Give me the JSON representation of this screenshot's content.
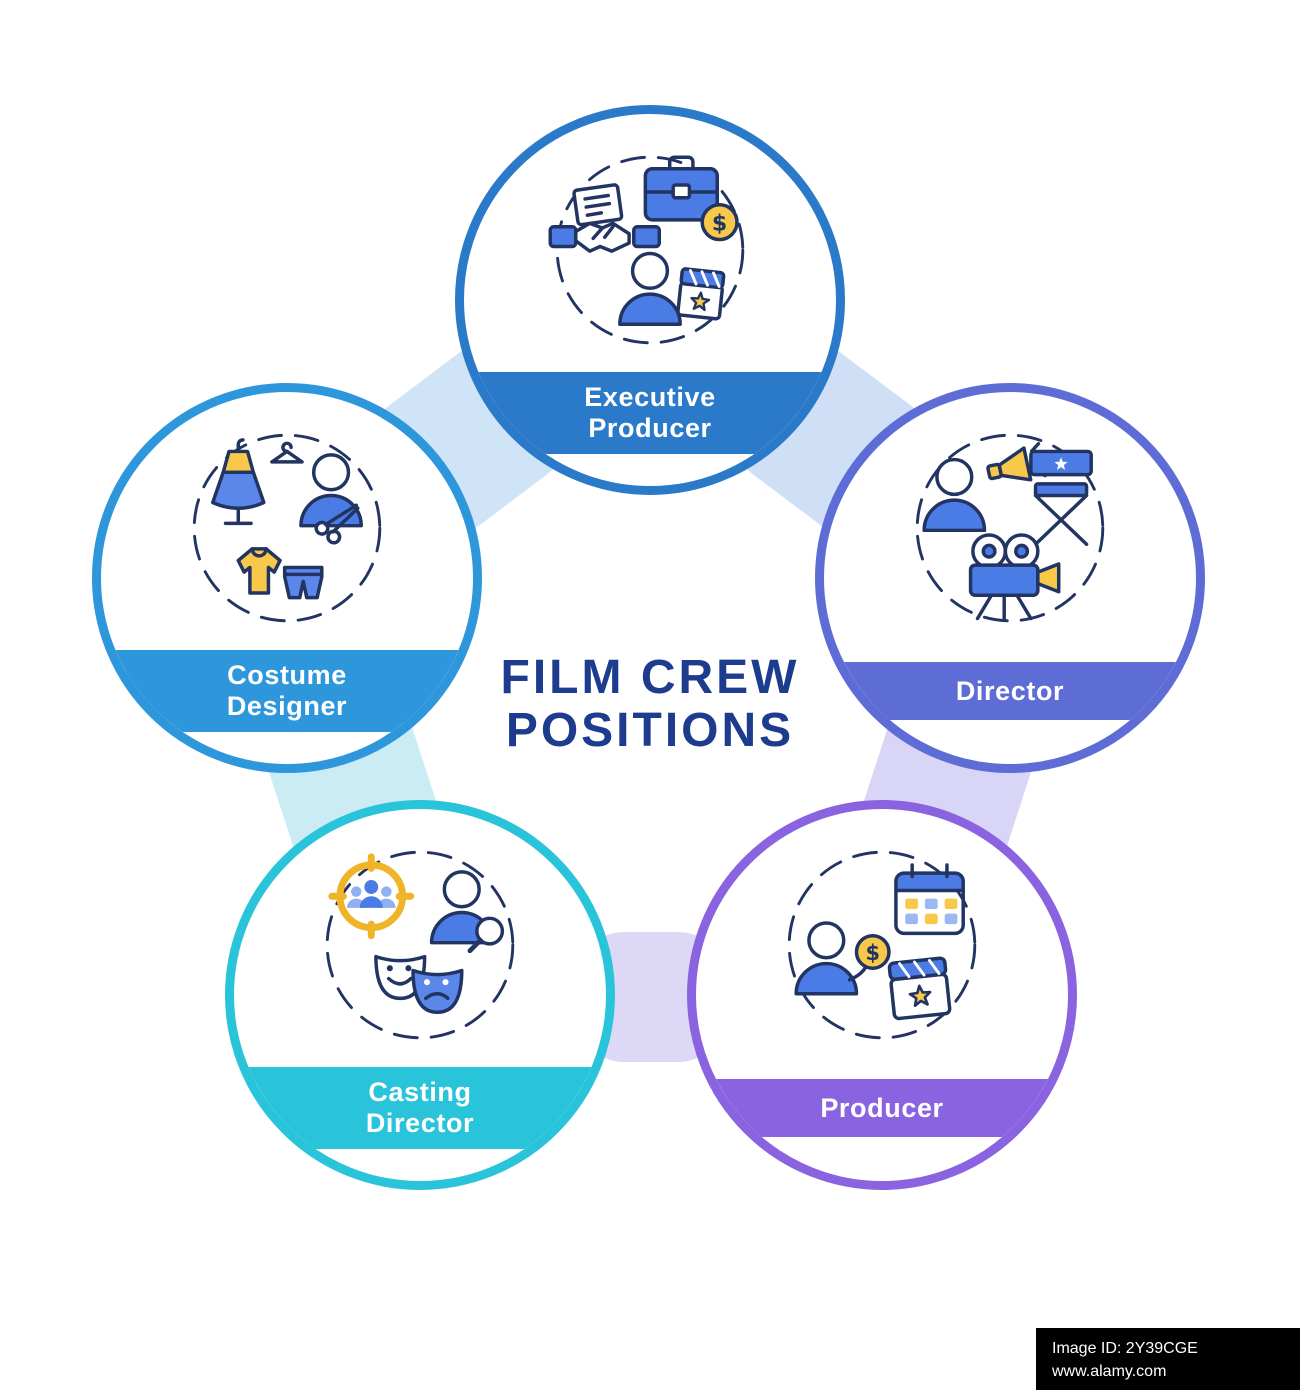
{
  "title": {
    "lines": [
      "FILM CREW",
      "POSITIONS"
    ],
    "color": "#1D3C8E"
  },
  "positions": [
    {
      "id": "executive-producer",
      "label_lines": [
        "Executive",
        "Producer"
      ],
      "color": "#2B7AC9",
      "icons": [
        "contract-document-icon",
        "handshake-icon",
        "briefcase-icon",
        "dollar-coin-icon",
        "person-icon",
        "clapperboard-icon"
      ]
    },
    {
      "id": "director",
      "label_lines": [
        "Director"
      ],
      "color": "#5E6CD6",
      "icons": [
        "person-icon",
        "megaphone-icon",
        "director-chair-icon",
        "film-camera-icon"
      ]
    },
    {
      "id": "costume-designer",
      "label_lines": [
        "Costume",
        "Designer"
      ],
      "color": "#2E97DC",
      "icons": [
        "mannequin-dress-icon",
        "hanger-icon",
        "tailor-icon",
        "scissors-icon",
        "shirt-icon",
        "shorts-icon"
      ]
    },
    {
      "id": "casting-director",
      "label_lines": [
        "Casting",
        "Director"
      ],
      "color": "#29C4DA",
      "icons": [
        "target-audience-icon",
        "talent-search-icon",
        "magnifier-icon",
        "theater-masks-icon"
      ]
    },
    {
      "id": "producer",
      "label_lines": [
        "Producer"
      ],
      "color": "#8A64E0",
      "icons": [
        "person-icon",
        "dollar-coin-icon",
        "calendar-icon",
        "clapperboard-star-icon"
      ]
    }
  ],
  "connectors": [
    {
      "between": "executive-producer_costume-designer",
      "color": "#CFE4F6"
    },
    {
      "between": "executive-producer_director",
      "color": "#CFE0F6"
    },
    {
      "between": "costume-designer_casting-director",
      "color": "#CBECF4"
    },
    {
      "between": "director_producer",
      "color": "#D9D5F6"
    },
    {
      "between": "casting-director_producer",
      "color": "#DED8F7"
    }
  ],
  "watermark": {
    "image_id": "Image ID: 2Y39CGE",
    "url": "www.alamy.com",
    "background": "#000000"
  }
}
